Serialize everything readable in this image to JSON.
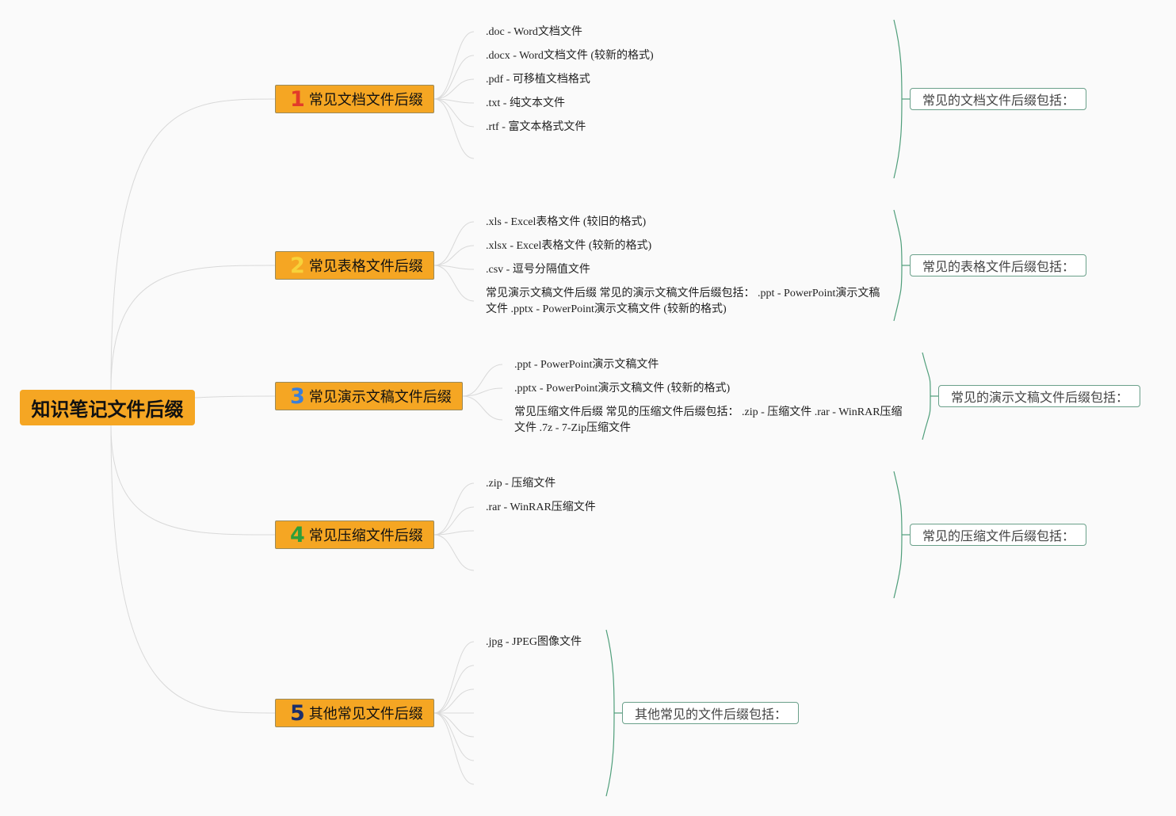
{
  "root": {
    "label": "知识笔记文件后缀"
  },
  "colors": {
    "node_fill": "#f5a623",
    "connector": "#d9d9d9",
    "bracket": "#4f9e7a",
    "num_1": "#e23b2a",
    "num_2": "#f7d23a",
    "num_3": "#3b7fd9",
    "num_4": "#2e9e3a",
    "num_5": "#1d2f6b"
  },
  "branches": [
    {
      "num": "1",
      "label": "常见文档文件后缀",
      "summary": "常见的文档文件后缀包括：",
      "items": [
        ".doc - Word文档文件",
        ".docx - Word文档文件 (较新的格式)",
        ".pdf - 可移植文档格式",
        ".txt - 纯文本文件",
        ".rtf - 富文本格式文件"
      ]
    },
    {
      "num": "2",
      "label": "常见表格文件后缀",
      "summary": "常见的表格文件后缀包括：",
      "items": [
        ".xls - Excel表格文件 (较旧的格式)",
        ".xlsx - Excel表格文件 (较新的格式)",
        ".csv - 逗号分隔值文件",
        "常见演示文稿文件后缀 常见的演示文稿文件后缀包括： .ppt - PowerPoint演示文稿文件 .pptx - PowerPoint演示文稿文件 (较新的格式)"
      ]
    },
    {
      "num": "3",
      "label": "常见演示文稿文件后缀",
      "summary": "常见的演示文稿文件后缀包括：",
      "items": [
        ".ppt - PowerPoint演示文稿文件",
        ".pptx - PowerPoint演示文稿文件 (较新的格式)",
        "常见压缩文件后缀 常见的压缩文件后缀包括： .zip - 压缩文件 .rar - WinRAR压缩文件 .7z - 7-Zip压缩文件"
      ]
    },
    {
      "num": "4",
      "label": "常见压缩文件后缀",
      "summary": "常见的压缩文件后缀包括：",
      "items": [
        ".zip - 压缩文件",
        ".rar - WinRAR压缩文件"
      ]
    },
    {
      "num": "5",
      "label": "其他常见文件后缀",
      "summary": "其他常见的文件后缀包括：",
      "items": [
        ".jpg - JPEG图像文件"
      ]
    }
  ]
}
